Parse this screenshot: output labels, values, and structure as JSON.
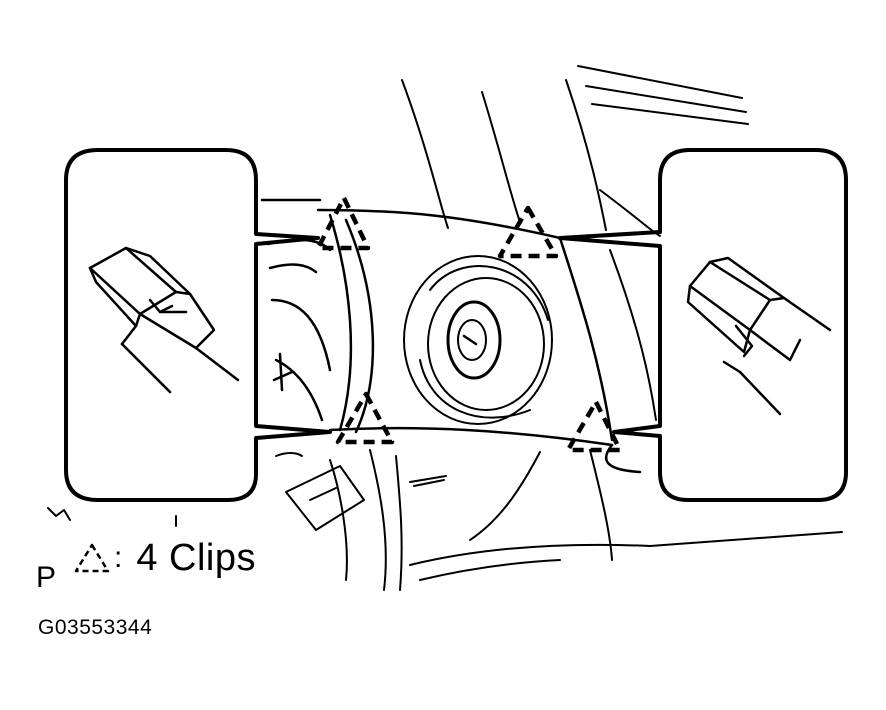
{
  "legend": {
    "symbol": "dashed-triangle-clip-icon",
    "colon": ":",
    "text": "4 Clips"
  },
  "diagram": {
    "clip_count": 4
  },
  "corner_mark": "P",
  "figure_id": "G03553344",
  "colors": {
    "line": "#000000",
    "background": "#ffffff"
  }
}
